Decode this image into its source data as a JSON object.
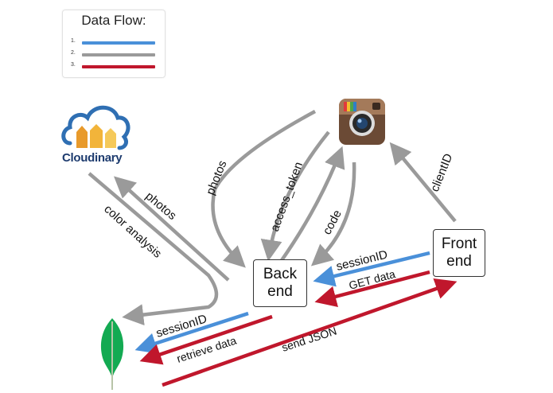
{
  "legend": {
    "title": "Data Flow:",
    "items": [
      {
        "num": "1.",
        "color": "#4a90d9"
      },
      {
        "num": "2.",
        "color": "#9a9a9a"
      },
      {
        "num": "3.",
        "color": "#c0172c"
      }
    ]
  },
  "nodes": {
    "backend": "Back\nend",
    "frontend": "Front\nend",
    "cloudinary": "Cloudinary"
  },
  "edge_labels": {
    "photos_cloudinary": "photos",
    "color_analysis": "color analysis",
    "photos_instagram": "photos",
    "access_token": "access_token",
    "code": "code",
    "clientID": "clientID",
    "sessionID_frontend": "sessionID",
    "get_data": "GET data",
    "sessionID_mongo": "sessionID",
    "retrieve_data": "retrieve data",
    "send_json": "send JSON"
  },
  "colors": {
    "blue": "#4a90d9",
    "gray": "#9a9a9a",
    "red": "#c0172c"
  }
}
